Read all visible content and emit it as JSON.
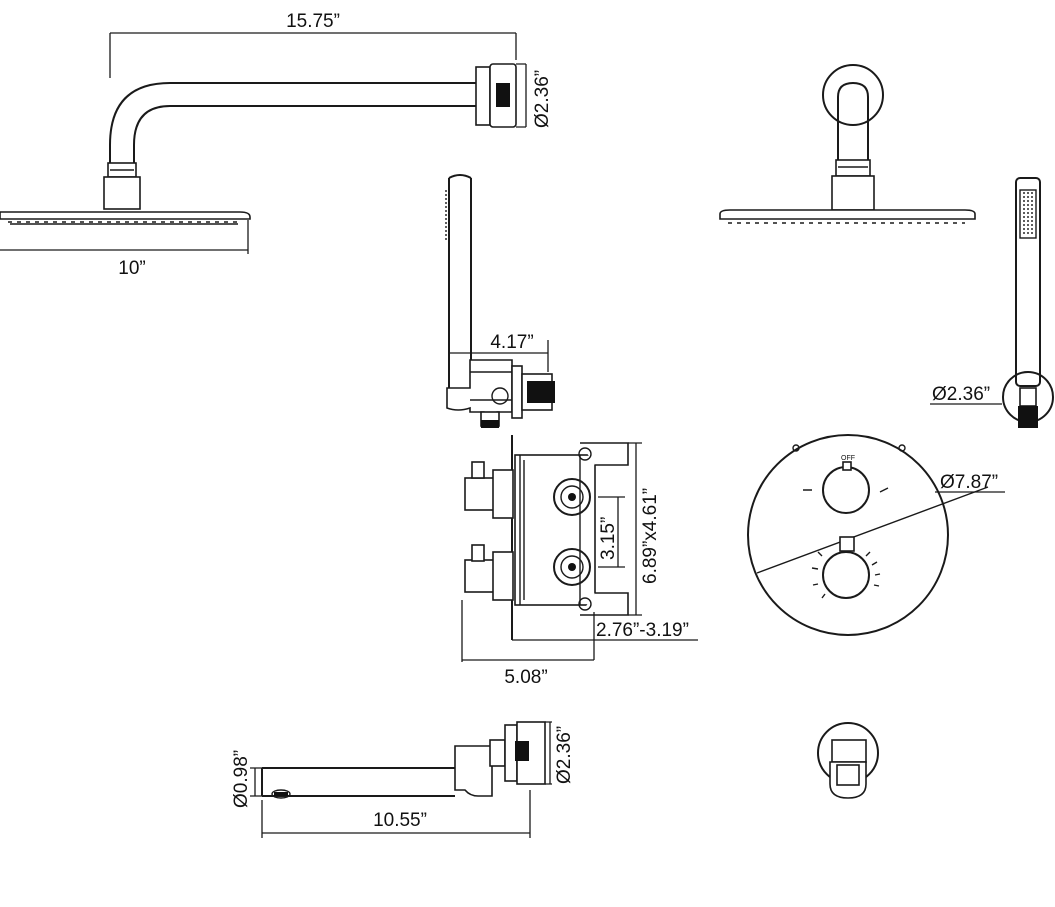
{
  "dimensions": {
    "arm_length": "15.75”",
    "arm_flange_dia": "Ø2.36”",
    "head_width": "10”",
    "handheld_holder_length": "4.17”",
    "handheld_flange_dia": "Ø2.36”",
    "valve_spacing": "3.15”",
    "valve_box_size": "6.89”x4.61”",
    "valve_depth": "2.76”-3.19”",
    "valve_total_depth": "5.08”",
    "trim_plate_dia": "Ø7.87”",
    "spout_dia": "Ø0.98”",
    "spout_length": "10.55”",
    "spout_flange_dia": "Ø2.36”"
  },
  "trim_marks": {
    "off_label": "OFF"
  }
}
